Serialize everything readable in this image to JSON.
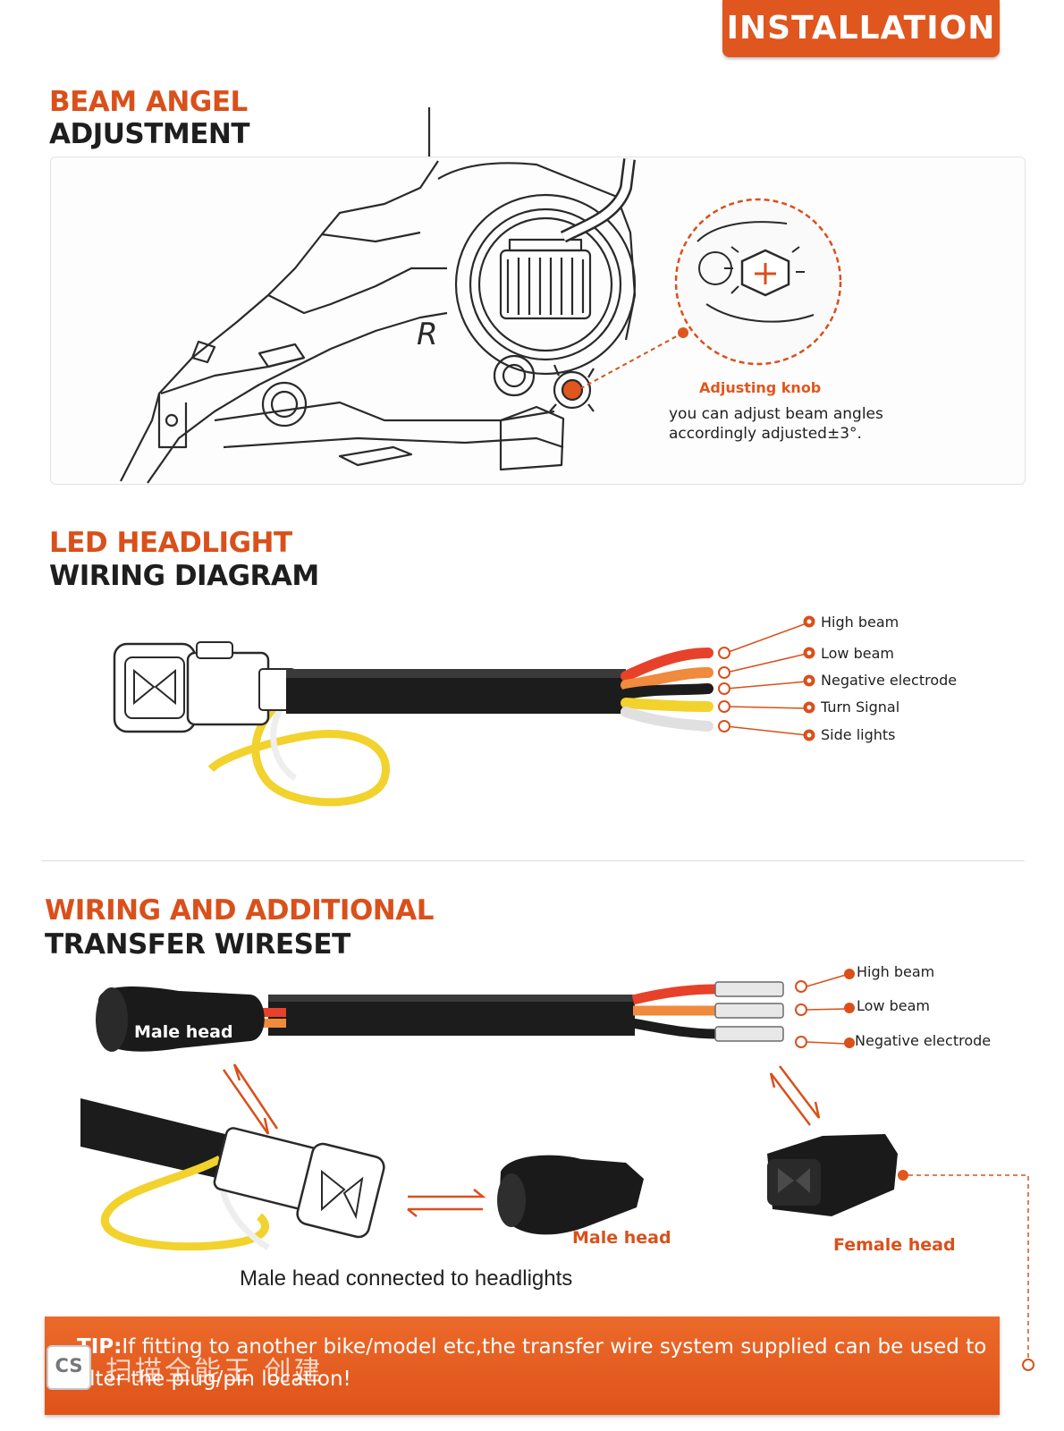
{
  "banner": "INSTALLATION",
  "section1": {
    "title_orange": "BEAM ANGEL",
    "title_dark": "ADJUSTMENT"
  },
  "knob": {
    "title": "Adjusting knob",
    "desc_line1": "you can adjust beam angles",
    "desc_line2": "accordingly adjusted±3°."
  },
  "headlight_mark": "R",
  "section2": {
    "title_orange": "LED HEADLIGHT",
    "title_dark": "WIRING DIAGRAM"
  },
  "wires1": [
    "High beam",
    "Low beam",
    "Negative electrode",
    "Turn Signal",
    "Side lights"
  ],
  "section3": {
    "title_orange": "WIRING AND ADDITIONAL",
    "title_dark": "TRANSFER WIRESET"
  },
  "wires2": [
    "High beam",
    "Low beam",
    "Negative electrode"
  ],
  "male_head_label": "Male head",
  "male_head_label_2": "Male head",
  "female_head_label": "Female head",
  "caption": "Male head connected to headlights",
  "tip": {
    "prefix": "TIP:",
    "text": "If fitting to another bike/model etc,the transfer wire system supplied can be used to alter the plug/pin location!"
  },
  "watermark": {
    "logo": "CS",
    "text": "扫描全能王 创建"
  },
  "colors": {
    "accent": "#e0561f",
    "red_wire": "#e8412a",
    "orange_wire": "#f08a3c",
    "yellow_wire": "#f2d22c"
  }
}
